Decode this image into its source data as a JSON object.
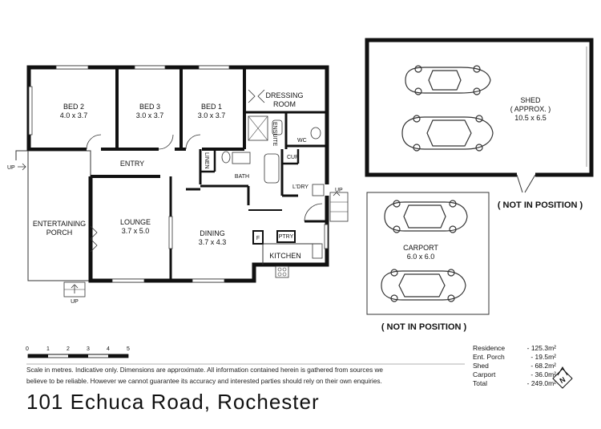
{
  "rooms": {
    "bed2": {
      "name": "BED 2",
      "dims": "4.0 x 3.7"
    },
    "bed3": {
      "name": "BED 3",
      "dims": "3.0 x 3.7"
    },
    "bed1": {
      "name": "BED 1",
      "dims": "3.0 x 3.7"
    },
    "dressing": {
      "line1": "DRESSING",
      "line2": "ROOM"
    },
    "ensuite": "ENSUITE",
    "wc": "WC",
    "entry": "ENTRY",
    "linen": "LINEN",
    "bath": "BATH",
    "cup": "CUP",
    "ldry": "L'DRY",
    "porch": {
      "line1": "ENTERTAINING",
      "line2": "PORCH"
    },
    "lounge": {
      "name": "LOUNGE",
      "dims": "3.7 x 5.0"
    },
    "dining": {
      "name": "DINING",
      "dims": "3.7 x 4.3"
    },
    "fridge": "F",
    "pantry": "PTRY",
    "kitchen": "KITCHEN"
  },
  "up_labels": {
    "porch_side": "UP",
    "porch_front": "UP",
    "laundry": "UP"
  },
  "shed": {
    "name": "SHED",
    "approx": "( APPROX. )",
    "dims": "10.5 x 6.5"
  },
  "carport": {
    "name": "CARPORT",
    "dims": "6.0 x 6.0"
  },
  "notices": {
    "shed": "( NOT IN POSITION )",
    "carport": "( NOT IN POSITION )"
  },
  "scale": {
    "ticks": [
      "0",
      "1",
      "2",
      "3",
      "4",
      "5"
    ]
  },
  "disclaimer": {
    "line1": "Scale in metres. Indicative only. Dimensions are approximate. All information contained herein is gathered from sources we",
    "line2": "believe to be reliable. However we cannot guarantee  its accuracy and interested parties should rely on their own enquiries."
  },
  "areas": [
    {
      "label": "Residence",
      "value": "- 125.3m²"
    },
    {
      "label": "Ent. Porch",
      "value": "-  19.5m²"
    },
    {
      "label": "Shed",
      "value": "-  68.2m²"
    },
    {
      "label": "Carport",
      "value": "-  36.0m²"
    },
    {
      "label": "Total",
      "value": "- 249.0m²"
    }
  ],
  "compass": "N",
  "address": "101 Echuca Road, Rochester",
  "colors": {
    "wall": "#111111",
    "line": "#333333"
  }
}
